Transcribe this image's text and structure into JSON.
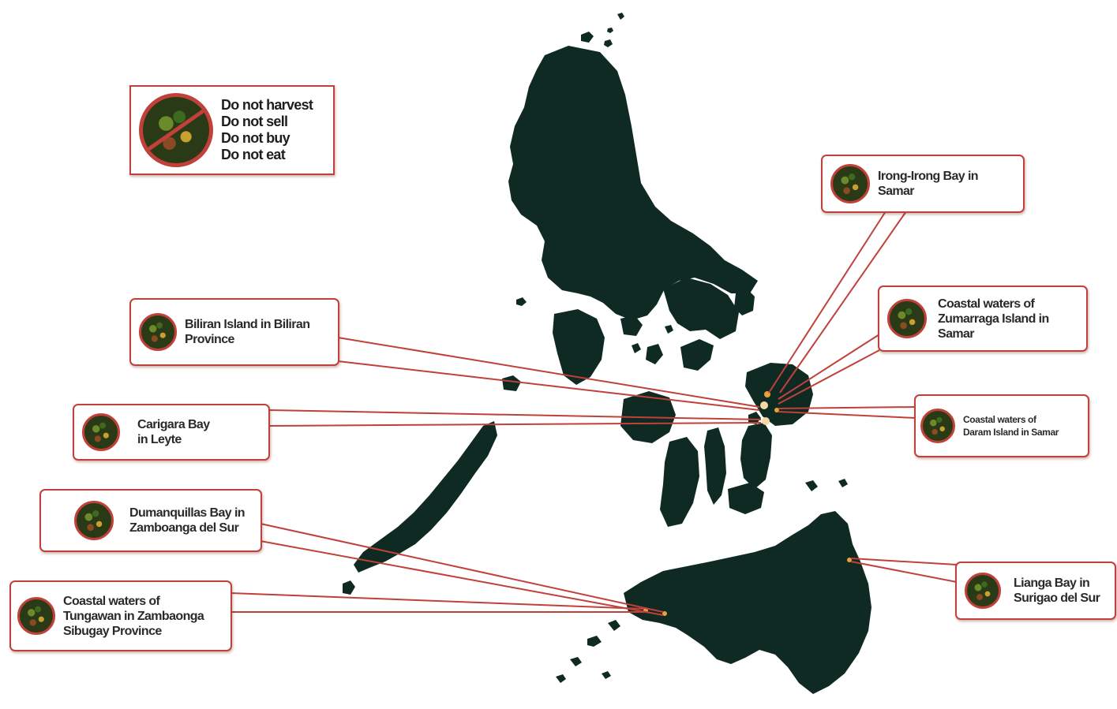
{
  "legend": {
    "icon": "no-shellfish-icon",
    "lines": [
      "Do not harvest",
      "Do not sell",
      "Do not buy",
      "Do not eat"
    ]
  },
  "colors": {
    "land": "#0f2a22",
    "callout_border": "#c0413a",
    "pointer_line": "#c0413a",
    "sea": "#ffffff",
    "hotspot": "#e9a23a"
  },
  "callouts": {
    "irong": {
      "lines": [
        "Irong-Irong Bay in",
        "Samar"
      ]
    },
    "zumarraga": {
      "lines": [
        "Coastal waters of",
        "Zumarraga Island in",
        "Samar"
      ]
    },
    "biliran": {
      "lines": [
        "Biliran Island in Biliran",
        "Province"
      ]
    },
    "carigara": {
      "lines": [
        "Carigara Bay",
        "in Leyte"
      ]
    },
    "daram": {
      "lines": [
        "Coastal waters of",
        "Daram Island in Samar"
      ]
    },
    "dumanquillas": {
      "lines": [
        "Dumanquillas Bay in",
        "Zamboanga del Sur"
      ]
    },
    "lianga": {
      "lines": [
        "Lianga Bay in",
        "Surigao del Sur"
      ]
    },
    "tungawan": {
      "lines": [
        "Coastal waters of",
        "Tungawan in Zambaonga",
        "Sibugay Province"
      ]
    }
  }
}
